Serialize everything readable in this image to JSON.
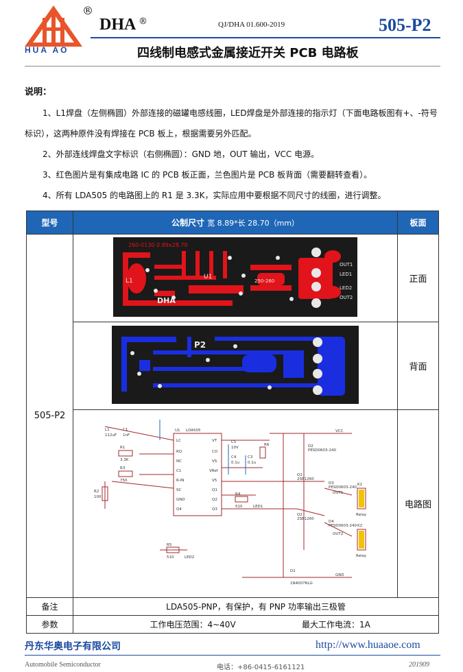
{
  "header": {
    "logo_text": "HUA AO",
    "registered": "®",
    "brand": "DHA",
    "brand_registered": "®",
    "doc_number": "QJ/DHA 01.600-2019",
    "model": "505-P2",
    "title": "四线制电感式金属接近开关 PCB 电路板"
  },
  "notes": {
    "heading": "说明：",
    "items": [
      "1、L1焊盘（左侧椭圆）外部连接的磁罐电感线圈，LED焊盘是外部连接的指示灯（下面电路板图有+、-符号标识），这两种原件没有焊接在 PCB 板上，根据需要另外匹配。",
      "2、外部连线焊盘文字标识（右侧椭圆）：GND 地，OUT 输出，VCC 电源。",
      "3、红色图片是有集成电路 IC 的 PCB 板正面，兰色图片是 PCB 板背面（需要翻转查看）。",
      "4、所有 LDA505 的电路图上的 R1 是 3.3K，实际应用中要根据不同尺寸的线圈，进行调整。"
    ]
  },
  "table": {
    "col_model": "型号",
    "col_size_label": "公制尺寸",
    "col_size_value": "宽 8.89*长 28.70（mm）",
    "col_board": "板面",
    "model_value": "505-P2",
    "front_label": "正面",
    "back_label": "背面",
    "circuit_label": "电路图",
    "remark_label": "备注",
    "remark_value": "LDA505-PNP，有保护，有 PNP 功率输出三极管",
    "param_label": "参数",
    "param_voltage": "工作电压范围：4~40V",
    "param_current": "最大工作电流：1A"
  },
  "pcb_front": {
    "top_text": "260-0130   0.89x28.70",
    "labels": [
      "L1",
      "U1",
      "DHA",
      "OUT1",
      "LED1",
      "LED2",
      "OUT2",
      "250-260"
    ]
  },
  "pcb_back": {
    "labels": [
      "P2"
    ]
  },
  "schematic": {
    "labels": [
      "U1",
      "LDA505",
      "LC",
      "RQ",
      "NC",
      "C1",
      "R-IN",
      "SC",
      "GND",
      "Q4",
      "VT",
      "CO",
      "VS",
      "VRef",
      "V5",
      "Q1",
      "Q2",
      "Q3",
      "R1",
      "3.3K",
      "R3",
      "750",
      "R2",
      "100",
      "C5",
      "10V",
      "C3",
      "0.1u",
      "C4",
      "0.1u",
      "R4",
      "510",
      "LED1",
      "R5",
      "510",
      "LED2",
      "Q1",
      "2SB1260",
      "Q2",
      "2SB1260",
      "D2",
      "PESD0603-240",
      "D3",
      "PESD0603-240",
      "D4",
      "PESD0603-240",
      "D1",
      "1N4007RLG",
      "VCC",
      "OUT1",
      "OUT2",
      "GND",
      "Relay",
      "Relay",
      "K1",
      "K2",
      "L1",
      "112uF",
      "C1",
      "1nF",
      "R6"
    ]
  },
  "footer": {
    "company": "丹东华奥电子有限公司",
    "url": "http://www.huaaoe.com",
    "left": "Automobile Semiconductor",
    "phone": "电话：+86-0415-6161121",
    "date": "201909"
  }
}
